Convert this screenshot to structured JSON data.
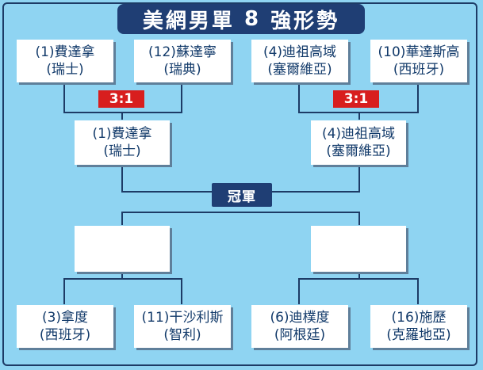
{
  "title": {
    "name": "美網男單",
    "count": "8",
    "stage": "強形勢"
  },
  "round1": [
    {
      "player": "(1)費達拿",
      "country": "(瑞士)"
    },
    {
      "player": "(12)蘇達寧",
      "country": "(瑞典)"
    },
    {
      "player": "(4)迪祖高域",
      "country": "(塞爾維亞)"
    },
    {
      "player": "(10)華達斯高",
      "country": "(西班牙)"
    }
  ],
  "scores": [
    "3:1",
    "3:1"
  ],
  "semifinal": [
    {
      "player": "(1)費達拿",
      "country": "(瑞士)"
    },
    {
      "player": "(4)迪祖高域",
      "country": "(塞爾維亞)"
    }
  ],
  "champion_label": "冠軍",
  "round1_bottom": [
    {
      "player": "(3)拿度",
      "country": "(西班牙)"
    },
    {
      "player": "(11)干沙利斯",
      "country": "(智利)"
    },
    {
      "player": "(6)迪樸度",
      "country": "(阿根廷)"
    },
    {
      "player": "(16)施歷",
      "country": "(克羅地亞)"
    }
  ],
  "colors": {
    "background": "#8fd4f2",
    "title_bg": "#1f3e74",
    "score_bg": "#d81e1e",
    "text": "#123a6a"
  }
}
